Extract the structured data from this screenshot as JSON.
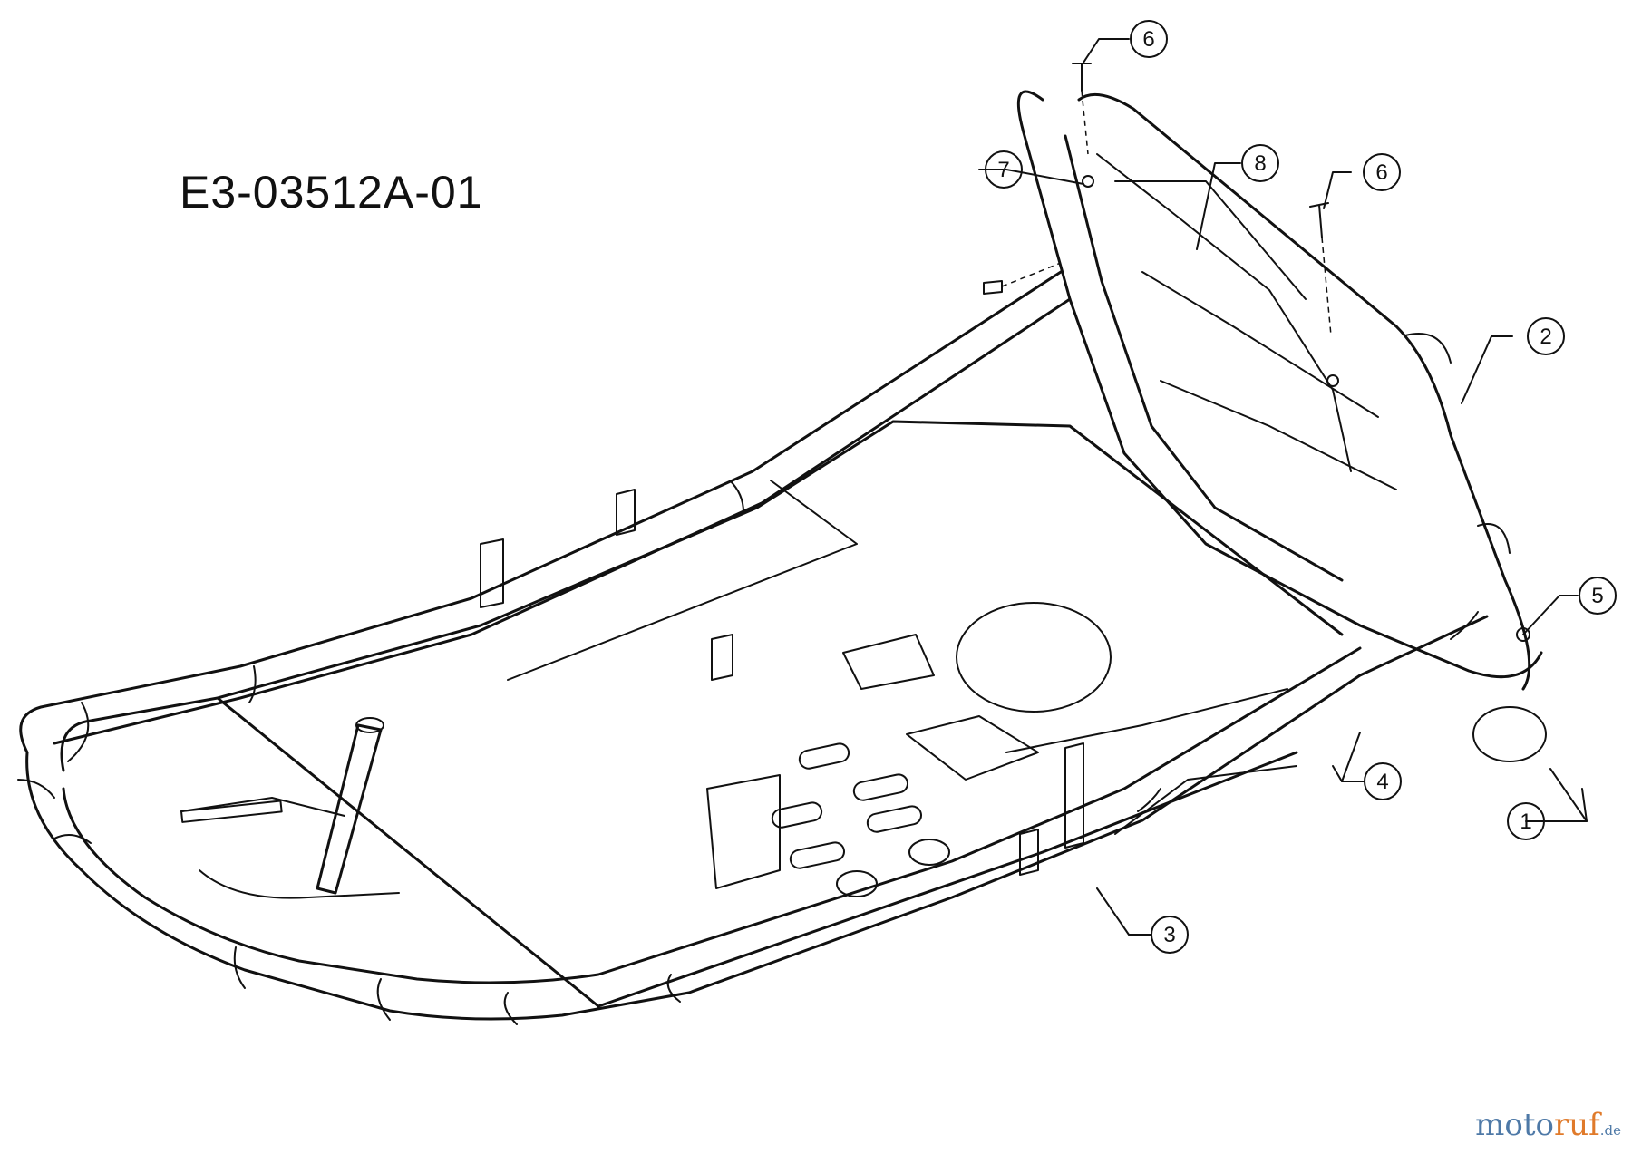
{
  "drawing": {
    "code": "E3-03512A-01"
  },
  "brand": {
    "part1": "moto",
    "part2": "ruf",
    "tld": ".de",
    "color_primary": "#4e79a7",
    "color_accent": "#e07a2a"
  },
  "callouts": [
    {
      "id": "callout-1",
      "label": "1"
    },
    {
      "id": "callout-2",
      "label": "2"
    },
    {
      "id": "callout-3",
      "label": "3"
    },
    {
      "id": "callout-4",
      "label": "4"
    },
    {
      "id": "callout-5",
      "label": "5"
    },
    {
      "id": "callout-6a",
      "label": "6"
    },
    {
      "id": "callout-6b",
      "label": "6"
    },
    {
      "id": "callout-7",
      "label": "7"
    },
    {
      "id": "callout-8",
      "label": "8"
    }
  ]
}
